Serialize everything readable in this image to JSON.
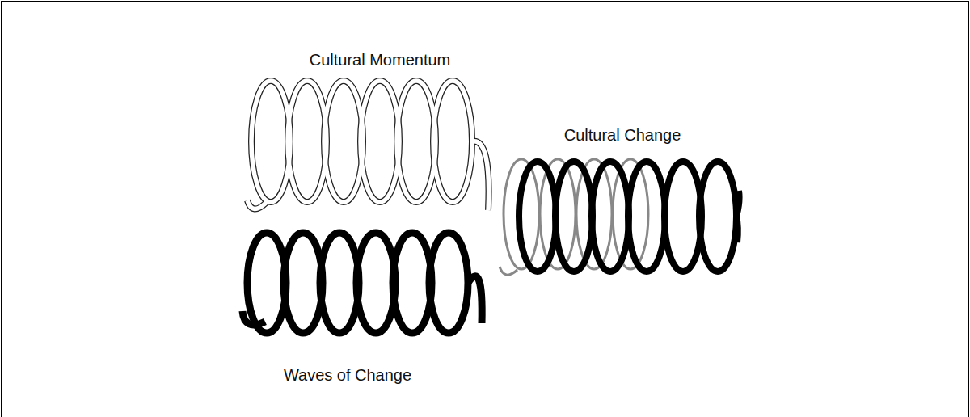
{
  "diagram": {
    "labels": [
      "Cultural Momentum",
      "Cultural Change",
      "Waves of Change"
    ]
  }
}
